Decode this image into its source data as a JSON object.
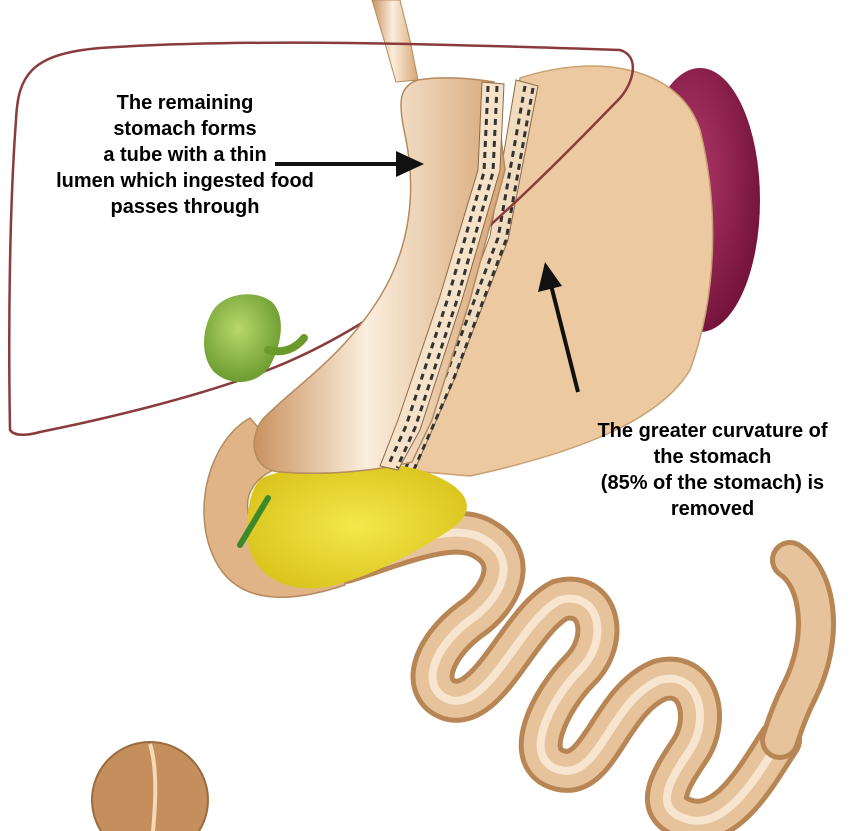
{
  "annotations": {
    "remaining_stomach": {
      "lines": [
        "The remaining",
        "stomach forms",
        "a tube with a thin",
        "lumen which ingested food",
        "passes through"
      ]
    },
    "removed_curvature": {
      "lines": [
        "The greater curvature of",
        "the stomach",
        "(85% of the stomach) is",
        "removed"
      ]
    }
  },
  "colors": {
    "liver_outline": "#8a3b3b",
    "stomach_tube": "#e8c49a",
    "removed_stomach": "#ecc9a0",
    "spleen": "#8b1a4a",
    "gallbladder": "#7cb33a",
    "duodenum_bile": "#e3d21e",
    "intestine": "#d9ab7a",
    "staple_line": "#3a3a3a",
    "arrow": "#111111"
  }
}
